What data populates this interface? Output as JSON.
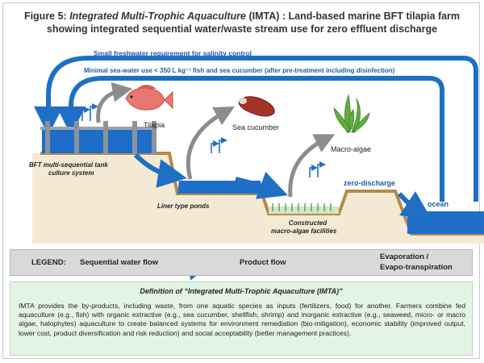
{
  "title": {
    "prefix": "Figure 5: ",
    "italic": "Integrated Multi-Trophic Aquaculture",
    "suffix": " (IMTA) : Land-based marine BFT tilapia farm",
    "line2": "showing integrated sequential water/waste stream use for zero effluent discharge"
  },
  "annotations": {
    "freshwater": "Small freshwater requirement for salinity control",
    "seawater": "Minimal sea-water use < 350 L kg⁻¹ fish and sea cucumber (after pre-treatment including disinfection)"
  },
  "labels": {
    "tilapia": "Tilapia",
    "sea_cucumber": "Sea cucumber",
    "macro_algae": "Macro-algae",
    "bft_line1": "BFT  multi-sequential tank",
    "bft_line2": "culture system",
    "liner_ponds": "Liner type ponds",
    "constructed_line1": "Constructed",
    "constructed_line2": "macro-algae facilities",
    "zero_discharge": "zero-discharge",
    "ocean": "ocean"
  },
  "legend": {
    "title": "LEGEND:",
    "water_flow": "Sequential water flow",
    "product_flow": "Product flow",
    "evaporation_line1": "Evaporation /",
    "evaporation_line2": "Evapo-transpiration"
  },
  "definition": {
    "title": "Definition of “Integrated Multi-Trophic Aquaculture (IMTA)”",
    "text": "IMTA provides the by-products, including waste, from one aquatic species as inputs (fertilizers, food) for another. Farmers combine fed aquaculture (e.g., fish) with organic extractive (e.g., sea cucumber, shellfish, shrimp) and inorganic extractive (e.g., seaweed, micro- or macro algae, halophytes) aquaculture to create balanced systems for environment remediation (bio-mitigation), economic stability (improved output, lower cost, product diversification and risk reduction) and social acceptability (better management practices)."
  },
  "colors": {
    "water_flow": "#1f6fc5",
    "product_flow": "#8c8c8c",
    "ground": "#c9a466",
    "water": "#1e6ec8",
    "definition_bg": "#e4f4e2",
    "legend_bg": "#d9d9d9"
  }
}
